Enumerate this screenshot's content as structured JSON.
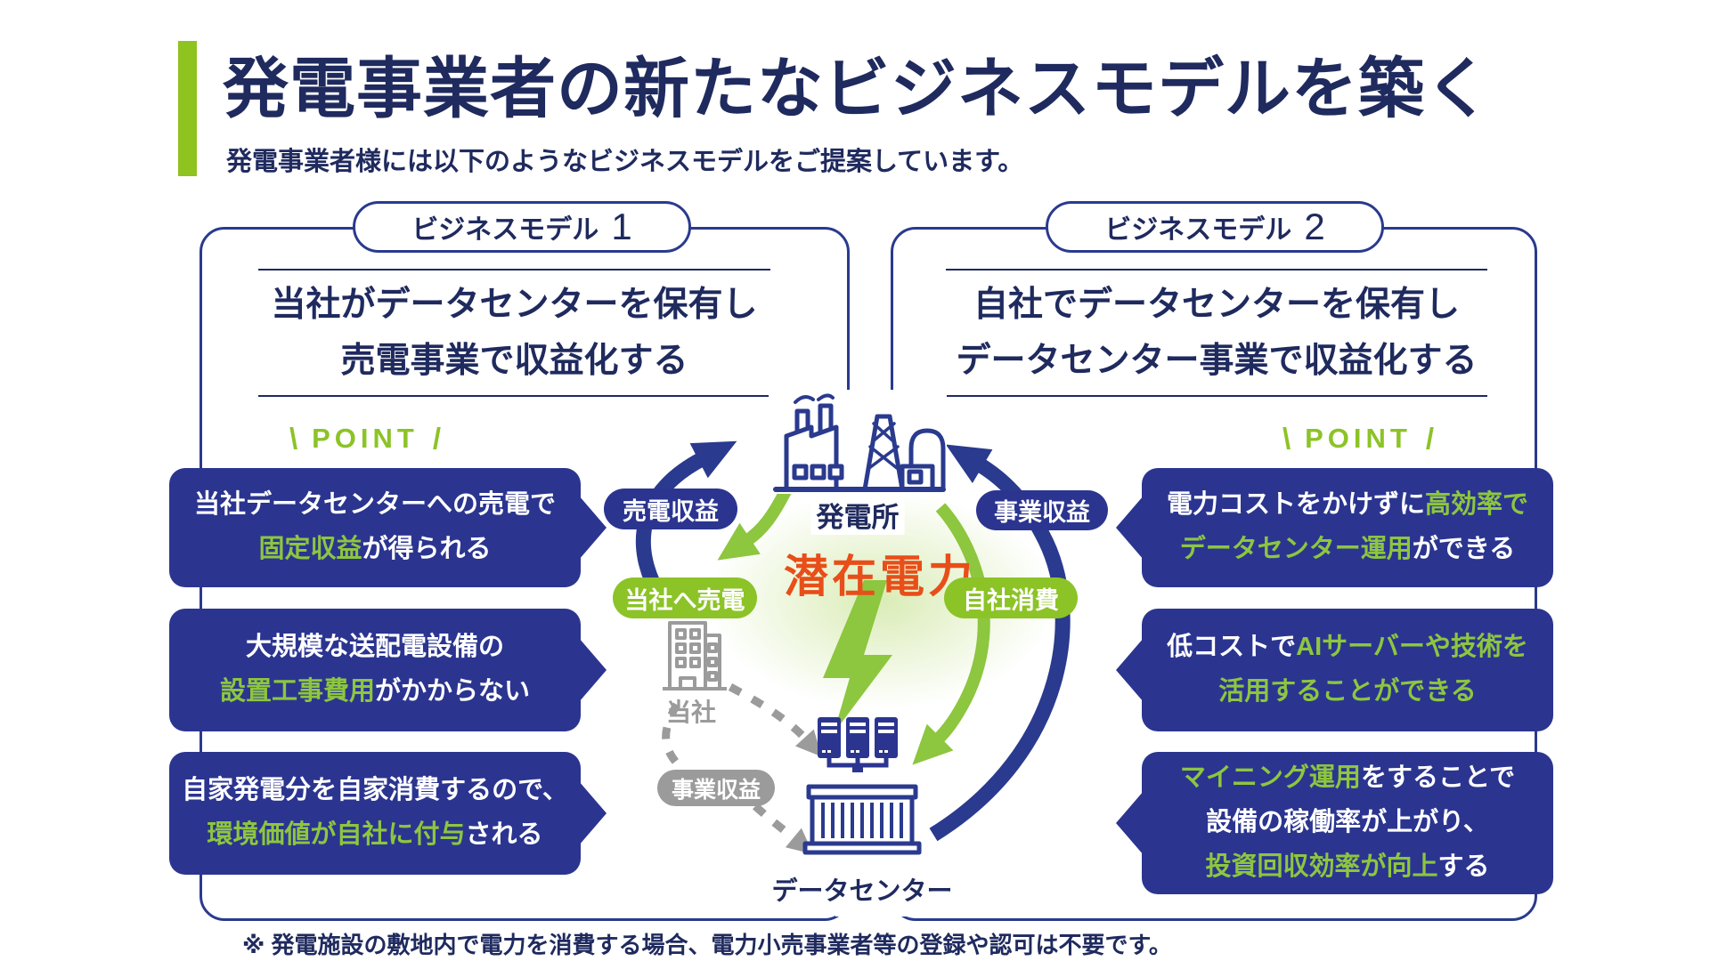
{
  "header": {
    "title": "発電事業者の新たなビジネスモデルを築く",
    "subtitle": "発電事業者様には以下のようなビジネスモデルをご提案しています。"
  },
  "models": [
    {
      "badge_label": "ビジネスモデル",
      "badge_number": "1",
      "heading_lines": [
        "当社がデータセンターを保有し",
        "売電事業で収益化する"
      ],
      "point_label": "POINT",
      "point_boxes": [
        {
          "lines": [
            [
              {
                "t": "当社データセンターへの売電で"
              }
            ],
            [
              {
                "t": "固定収益",
                "hl": true
              },
              {
                "t": "が得られる"
              }
            ]
          ]
        },
        {
          "lines": [
            [
              {
                "t": "大規模な送配電設備の"
              }
            ],
            [
              {
                "t": "設置工事費用",
                "hl": true
              },
              {
                "t": "がかからない"
              }
            ]
          ]
        },
        {
          "lines": [
            [
              {
                "t": "自家発電分を自家消費するので、"
              }
            ],
            [
              {
                "t": "環境価値が自社に付与",
                "hl": true
              },
              {
                "t": "される"
              }
            ]
          ]
        }
      ]
    },
    {
      "badge_label": "ビジネスモデル",
      "badge_number": "2",
      "heading_lines": [
        "自社でデータセンターを保有し",
        "データセンター事業で収益化する"
      ],
      "point_label": "POINT",
      "point_boxes": [
        {
          "lines": [
            [
              {
                "t": "電力コストをかけずに"
              },
              {
                "t": "高効率で",
                "hl": true
              }
            ],
            [
              {
                "t": "データセンター運用",
                "hl": true
              },
              {
                "t": "ができる"
              }
            ]
          ]
        },
        {
          "lines": [
            [
              {
                "t": "低コストで"
              },
              {
                "t": "AIサーバーや技術を",
                "hl": true
              }
            ],
            [
              {
                "t": "活用することができる",
                "hl": true
              }
            ]
          ]
        },
        {
          "lines": [
            [
              {
                "t": "マイニング運用",
                "hl": true
              },
              {
                "t": "をすることで"
              }
            ],
            [
              {
                "t": "設備の稼働率が上がり、"
              }
            ],
            [
              {
                "t": "投資回収効率が向上",
                "hl": true
              },
              {
                "t": "する"
              }
            ]
          ]
        }
      ]
    }
  ],
  "diagram": {
    "power_plant_label": "発電所",
    "potential_power_label": "潜在電力",
    "company_label": "当社",
    "datacenter_label": "データセンター",
    "pills": {
      "sell_revenue": "売電収益",
      "sell_to_us": "当社へ売電",
      "business_revenue": "事業収益",
      "self_consumption": "自社消費",
      "business_revenue_gray": "事業収益"
    },
    "icons": {
      "power_plant": "power-plant-icon",
      "company_building": "office-building-icon",
      "servers": "server-rack-icon",
      "container": "container-datacenter-icon",
      "lightning": "lightning-bolt-icon"
    }
  },
  "footer": {
    "note": "※ 発電施設の敷地内で電力を消費する場合、電力小売事業者等の登録や認可は不要です。"
  },
  "colors": {
    "navy": "#1f2a5e",
    "navy_box": "#2b3590",
    "green": "#8cc327",
    "green_arrow": "#8dc63f",
    "orange": "#e84e19",
    "gray": "#9b9b9b",
    "accent_bar": "#8fc31f"
  }
}
